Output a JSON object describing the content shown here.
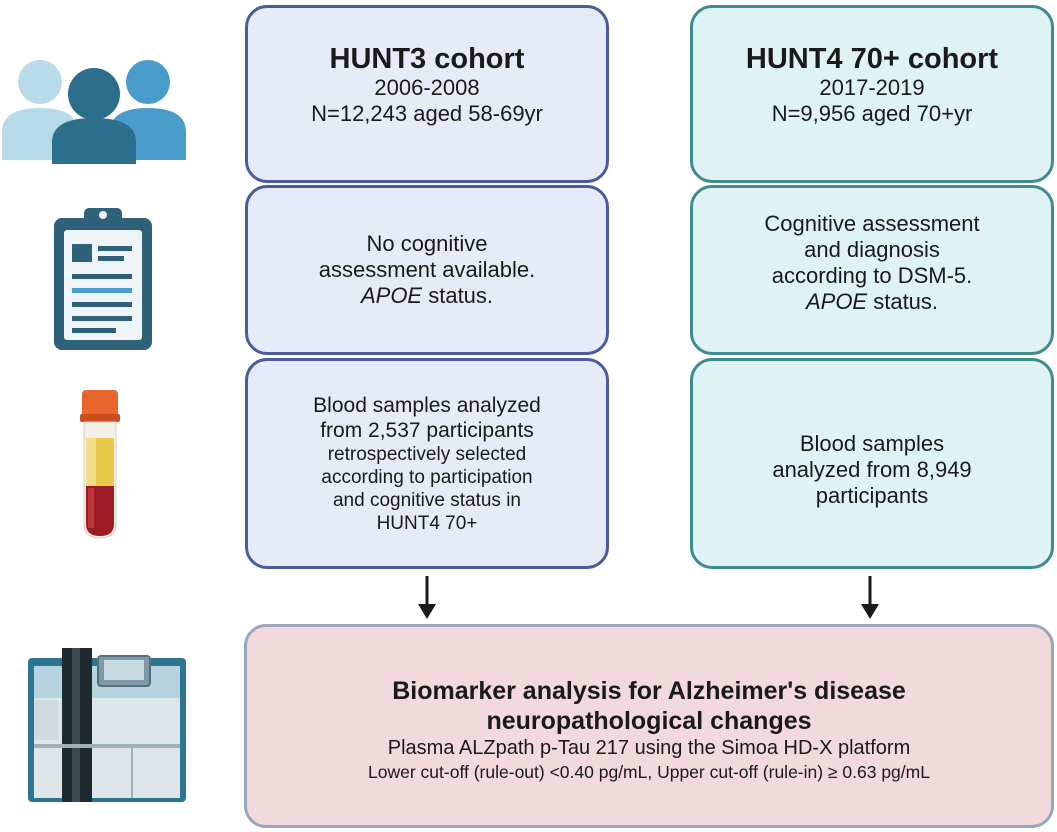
{
  "hunt3": {
    "title": "HUNT3 cohort",
    "years": "2006-2008",
    "n": "N=12,243 aged 58-69yr",
    "assessment_line1": "No cognitive",
    "assessment_line2": "assessment available.",
    "assessment_apoe": "APOE",
    "assessment_status": " status.",
    "blood_lines": [
      "Blood samples analyzed",
      "from 2,537 participants",
      "retrospectively selected",
      "according to participation",
      "and cognitive status in",
      "HUNT4 70+"
    ]
  },
  "hunt4": {
    "title": "HUNT4 70+ cohort",
    "years": "2017-2019",
    "n": "N=9,956 aged 70+yr",
    "assessment_line1": "Cognitive assessment",
    "assessment_line2": "and diagnosis",
    "assessment_line3": "according to DSM-5.",
    "assessment_apoe": "APOE",
    "assessment_status": " status.",
    "blood_lines": [
      "Blood samples",
      "analyzed from 8,949",
      "participants"
    ]
  },
  "biomarker": {
    "title_line1": "Biomarker analysis for Alzheimer's disease",
    "title_line2": "neuropathological changes",
    "method": "Plasma ALZpath p-Tau 217 using the Simoa HD-X platform",
    "cutoffs": "Lower cut-off (rule-out) <0.40 pg/mL, Upper cut-off (rule-in) ≥ 0.63 pg/mL"
  },
  "icons": [
    "people-icon",
    "clipboard-icon",
    "blood-tube-icon",
    "analyzer-machine-icon"
  ],
  "colors": {
    "hunt3_fill": "#e6ebf8",
    "hunt3_border": "#4d5a9c",
    "hunt4_fill": "#dff3f5",
    "hunt4_border": "#3f8c90",
    "biomarker_fill": "#f2d9dc",
    "biomarker_border": "#9aa6bb"
  }
}
